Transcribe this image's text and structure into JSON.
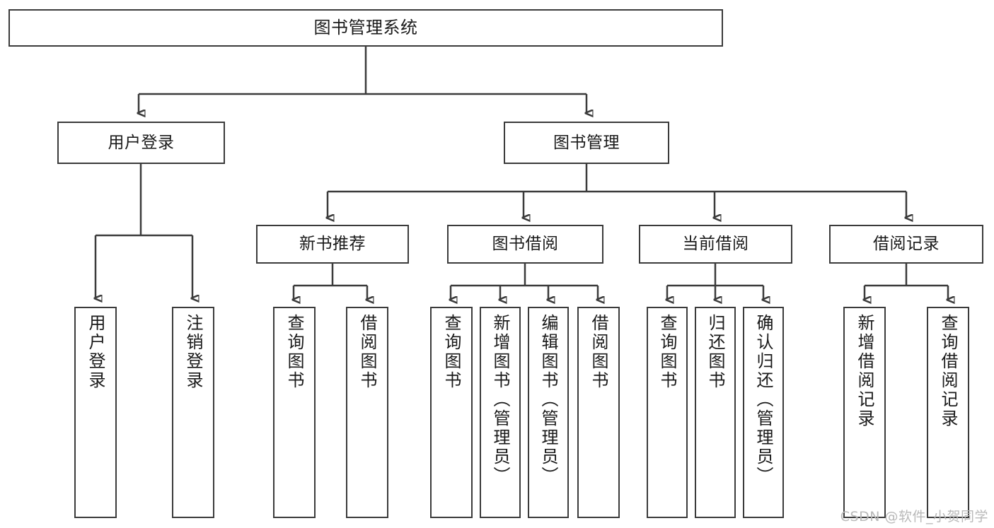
{
  "diagram": {
    "type": "tree-hierarchy",
    "title": "图书管理系统",
    "watermark": "CSDN @软件_小贺同学",
    "accent_color": "#3b3b3b",
    "background_color": "#ffffff",
    "nodes": {
      "root": {
        "label": "图书管理系统"
      },
      "level2": [
        {
          "id": "user-login",
          "label": "用户登录"
        },
        {
          "id": "book-manage",
          "label": "图书管理"
        }
      ],
      "level3": [
        {
          "id": "new-book-rec",
          "label": "新书推荐"
        },
        {
          "id": "book-borrow",
          "label": "图书借阅"
        },
        {
          "id": "current-borrow",
          "label": "当前借阅"
        },
        {
          "id": "borrow-record",
          "label": "借阅记录"
        }
      ],
      "leaves": {
        "user_login": [
          {
            "id": "leaf-user-login",
            "label": "用户登录"
          },
          {
            "id": "leaf-logout",
            "label": "注销登录"
          }
        ],
        "new_book_rec": [
          {
            "id": "leaf-query-book-1",
            "label": "查询图书"
          },
          {
            "id": "leaf-borrow-book-1",
            "label": "借阅图书"
          }
        ],
        "book_borrow": [
          {
            "id": "leaf-query-book-2",
            "label": "查询图书"
          },
          {
            "id": "leaf-add-book",
            "label": "新增图书（管理员）"
          },
          {
            "id": "leaf-edit-book",
            "label": "编辑图书（管理员）"
          },
          {
            "id": "leaf-borrow-book-2",
            "label": "借阅图书"
          }
        ],
        "current_borrow": [
          {
            "id": "leaf-query-book-3",
            "label": "查询图书"
          },
          {
            "id": "leaf-return-book",
            "label": "归还图书"
          },
          {
            "id": "leaf-confirm-return",
            "label": "确认归还（管理员）"
          }
        ],
        "borrow_record": [
          {
            "id": "leaf-add-record",
            "label": "新增借阅记录"
          },
          {
            "id": "leaf-query-record",
            "label": "查询借阅记录"
          }
        ]
      }
    }
  }
}
